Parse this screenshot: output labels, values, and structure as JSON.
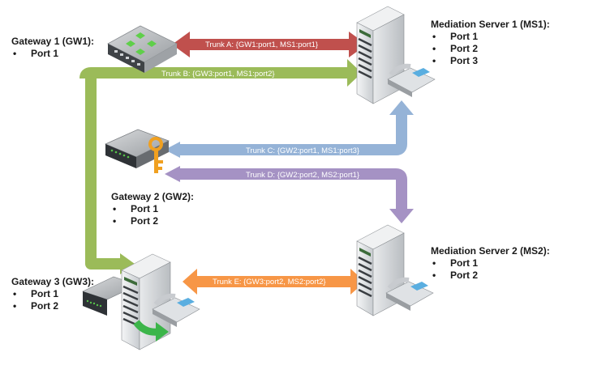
{
  "diagram": {
    "type": "network-topology",
    "nodes": [
      {
        "id": "gw1",
        "title": "Gateway 1 (GW1):",
        "ports": [
          "Port 1"
        ],
        "icon": "router-icon"
      },
      {
        "id": "gw2",
        "title": "Gateway 2 (GW2):",
        "ports": [
          "Port 1",
          "Port 2"
        ],
        "icon": "secure-gateway-icon"
      },
      {
        "id": "gw3",
        "title": "Gateway 3 (GW3):",
        "ports": [
          "Port 1",
          "Port 2"
        ],
        "icon": "gateway-server-icon"
      },
      {
        "id": "ms1",
        "title": "Mediation Server 1 (MS1):",
        "ports": [
          "Port 1",
          "Port 2",
          "Port 3"
        ],
        "icon": "mediation-server-icon"
      },
      {
        "id": "ms2",
        "title": "Mediation Server 2 (MS2):",
        "ports": [
          "Port 1",
          "Port 2"
        ],
        "icon": "mediation-server-icon"
      }
    ],
    "trunks": [
      {
        "id": "A",
        "label": "Trunk A: {GW1:port1, MS1:port1}",
        "from": "gw1",
        "to": "ms1",
        "color": "#c0504d"
      },
      {
        "id": "B",
        "label": "Trunk B: {GW3:port1, MS1:port2}",
        "from": "gw3",
        "to": "ms1",
        "color": "#9bbb59"
      },
      {
        "id": "C",
        "label": "Trunk C: {GW2:port1, MS1:port3}",
        "from": "gw2",
        "to": "ms1",
        "color": "#95b3d7"
      },
      {
        "id": "D",
        "label": "Trunk D: {GW2:port2, MS2:port1}",
        "from": "gw2",
        "to": "ms2",
        "color": "#a592c4"
      },
      {
        "id": "E",
        "label": "Trunk E: {GW3:port2, MS2:port2}",
        "from": "gw3",
        "to": "ms2",
        "color": "#f79646"
      }
    ]
  }
}
